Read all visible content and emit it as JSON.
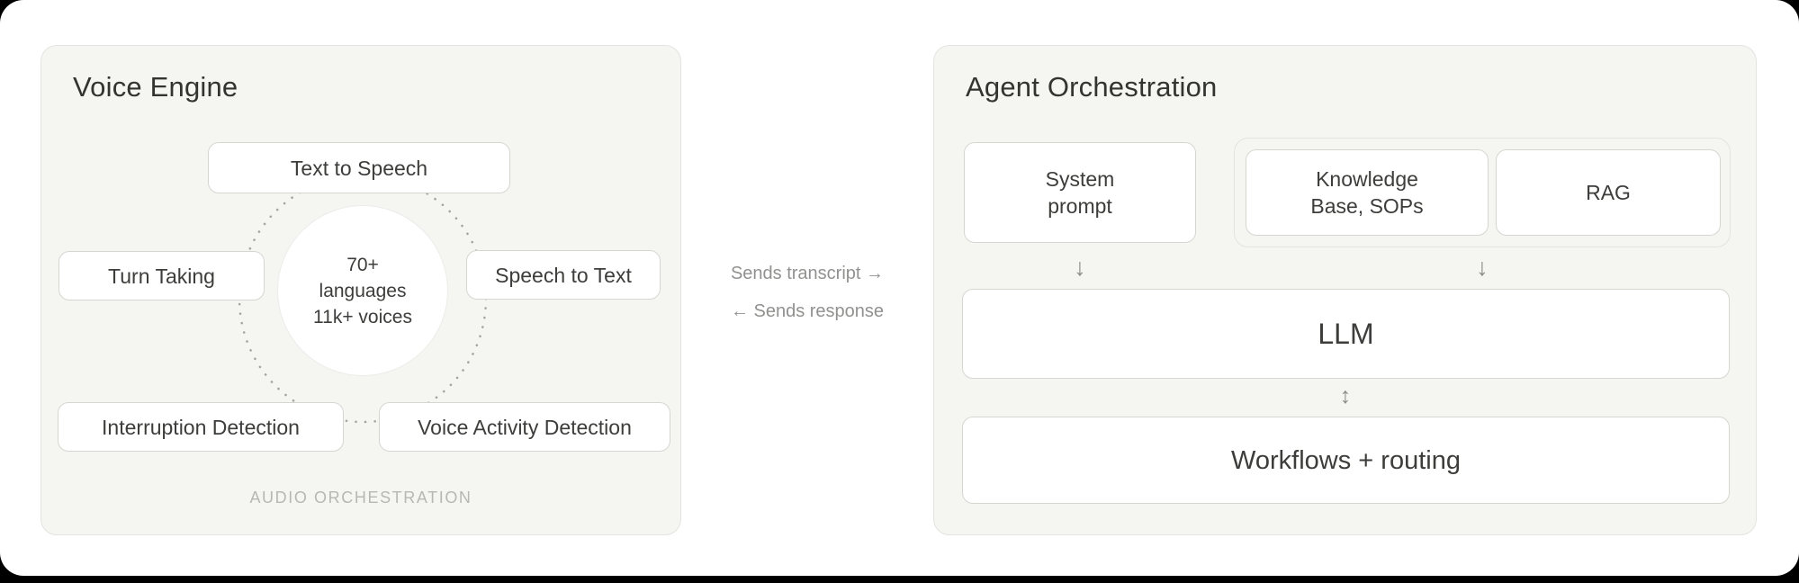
{
  "voice_engine": {
    "title": "Voice Engine",
    "nodes": {
      "text_to_speech": "Text to Speech",
      "turn_taking": "Turn Taking",
      "speech_to_text": "Speech to Text",
      "interruption_detection": "Interruption Detection",
      "voice_activity_detection": "Voice Activity Detection"
    },
    "center_badge": {
      "lines": [
        "70+",
        "languages",
        "11k+ voices"
      ]
    },
    "footer_label": "AUDIO ORCHESTRATION"
  },
  "exchange": {
    "sends_transcript": "Sends transcript →",
    "sends_response": "← Sends response"
  },
  "agent_orchestration": {
    "title": "Agent Orchestration",
    "nodes": {
      "system_prompt_lines": [
        "System",
        "prompt"
      ],
      "knowledge_base_lines": [
        "Knowledge",
        "Base, SOPs"
      ],
      "rag": "RAG",
      "llm": "LLM",
      "workflows_routing": "Workflows + routing"
    },
    "arrows": {
      "down": "↓",
      "bidirectional": "↕"
    }
  },
  "colors": {
    "frame_bg": "#000000",
    "surface_bg": "#ffffff",
    "panel_bg": "#f5f5f2",
    "panel_border": "#e3e3df",
    "node_bg": "#ffffff",
    "node_border": "#d6d6d1",
    "text_primary": "#3d3d3b",
    "text_muted": "#919190",
    "text_faint": "#b7b7b3",
    "dot_color": "#a5a5a1",
    "arrow_color": "#8c8c89"
  }
}
